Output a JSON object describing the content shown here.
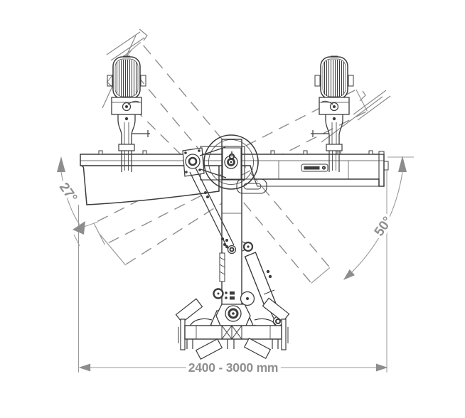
{
  "diagram": {
    "type": "technical-line-drawing",
    "subject": "side mower / mulcher head with twin gauge wheels, pivoting boom, hydraulic cylinder and rotor, shown with tilt range ghost positions",
    "annotations": {
      "left_tilt_angle": "27°",
      "right_tilt_angle": "50°",
      "working_width": "2400 - 3000 mm"
    },
    "colors": {
      "background": "#ffffff",
      "drawing_line": "#3c3c3c",
      "ghost_line": "#8d8d8d",
      "dimension_line": "#9a9a9a",
      "dimension_text": "#8f8f8f"
    }
  }
}
